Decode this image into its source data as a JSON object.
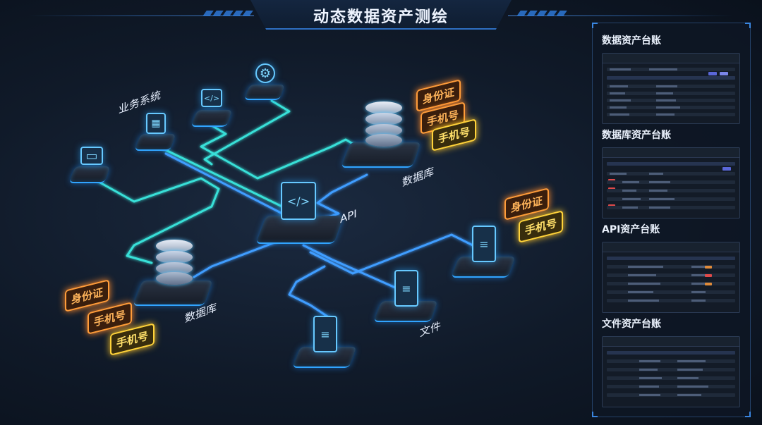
{
  "header": {
    "title": "动态数据资产测绘"
  },
  "diagram": {
    "business_system_label": "业务系统",
    "api_label": "API",
    "database_label_1": "数据库",
    "database_label_2": "数据库",
    "file_label": "文件",
    "sensitive_tags": {
      "id_card": "身份证",
      "phone": "手机号"
    }
  },
  "sidebar": {
    "panels": [
      {
        "title": "数据资产台账"
      },
      {
        "title": "数据库资产台账"
      },
      {
        "title": "API资产台账"
      },
      {
        "title": "文件资产台账"
      }
    ]
  },
  "colors": {
    "accent": "#2e78d6",
    "wire_cyan": "#39e0d8",
    "wire_blue": "#3f9dff",
    "tag_orange": "#ff9c3a",
    "tag_yellow": "#ffd33a"
  }
}
